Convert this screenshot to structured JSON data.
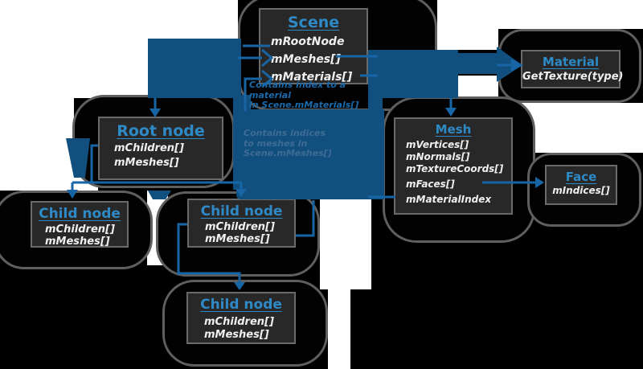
{
  "boxes": [
    {
      "id": "scene",
      "title": "Scene",
      "fields": [
        "mRootNode",
        "mMeshes[]",
        "mMaterials[]"
      ]
    },
    {
      "id": "material",
      "title": "Material",
      "fields": [
        "GetTexture(type)"
      ]
    },
    {
      "id": "mesh",
      "title": "Mesh",
      "fields": [
        "mVertices[]",
        "mNormals[]",
        "mTextureCoords[]",
        "mFaces[]",
        "mMaterialIndex"
      ]
    },
    {
      "id": "face",
      "title": "Face",
      "fields": [
        "mIndices[]"
      ]
    },
    {
      "id": "root_node",
      "title": "Root node",
      "fields": [
        "mChildren[]",
        "mMeshes[]"
      ]
    },
    {
      "id": "child_node_left",
      "title": "Child node",
      "fields": [
        "mChildren[]",
        "mMeshes[]"
      ]
    },
    {
      "id": "child_node_middle",
      "title": "Child node",
      "fields": [
        "mChildren[]",
        "mMeshes[]"
      ]
    },
    {
      "id": "child_node_bottom",
      "title": "Child node",
      "fields": [
        "mChildren[]",
        "mMeshes[]"
      ]
    }
  ],
  "notes": {
    "material_note": [
      "Contains index to a material",
      "in Scene.mMaterials[]"
    ],
    "mesh_note": [
      "Contains indices",
      "to meshes in",
      "Scene.mMeshes[]"
    ]
  },
  "colors": {
    "blob_blue": "#11507e",
    "line_blue": "#1765a5",
    "title_blue": "#2e8ac6",
    "box_background": "#282828",
    "box_border": "#6a6a6a",
    "field_text": "#efefef",
    "black_blob": "#020202",
    "blob_rim_gray": "#5f5f5f",
    "note_blue": "#1a6aab",
    "faded_note_blue": "#3f6b95"
  }
}
